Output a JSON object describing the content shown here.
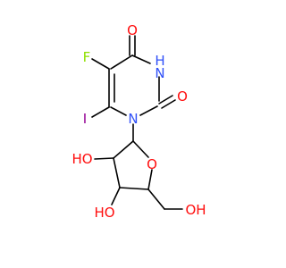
{
  "molecule": {
    "colors": {
      "bond": "#000000",
      "O": "#ff0d0d",
      "N": "#3050f8",
      "F": "#8fe000",
      "I": "#940094",
      "background": "#ffffff"
    },
    "labels": {
      "o_top": "O",
      "o_right": "O",
      "nh": "H",
      "nh_n": "N",
      "n1": "N",
      "f": "F",
      "i": "I",
      "ring_o": "O",
      "ho_left": "HO",
      "ho_bottom": "HO",
      "oh_right": "OH"
    }
  }
}
